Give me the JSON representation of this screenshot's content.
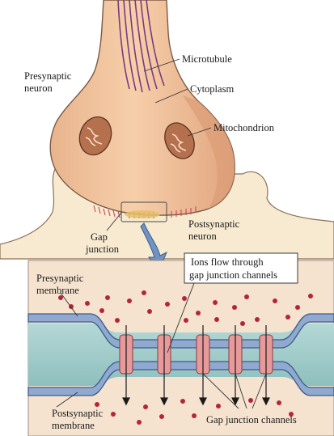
{
  "labels": {
    "microtubule": "Microtubule",
    "cytoplasm": "Cytoplasm",
    "mitochondrion": "Mitochondrion",
    "presynaptic_neuron_line1": "Presynaptic",
    "presynaptic_neuron_line2": "neuron",
    "postsynaptic_neuron_line1": "Postsynaptic",
    "postsynaptic_neuron_line2": "neuron",
    "gap_junction_line1": "Gap",
    "gap_junction_line2": "junction",
    "presynaptic_membrane_line1": "Presynaptic",
    "presynaptic_membrane_line2": "membrane",
    "postsynaptic_membrane_line1": "Postsynaptic",
    "postsynaptic_membrane_line2": "membrane",
    "ions_flow_line1": "Ions flow through",
    "ions_flow_line2": "gap junction channels",
    "gap_junction_channels": "Gap junction channels"
  },
  "colors": {
    "neuron_fill": "#f2c7a0",
    "neuron_shadow": "#e4a883",
    "neuron_outline": "#7a5a45",
    "postsynaptic_fill": "#f6e6c8",
    "detail_bg": "#f6e3cf",
    "membrane_stroke": "#3d5b8c",
    "membrane_fill": "#8fa9cf",
    "cleft_fill": "#9dc8c6",
    "channel_fill": "#e89a9a",
    "ion_color": "#b3263a",
    "microtubule": "#7a3a7e",
    "mitochondria_fill": "#b5704e",
    "arrow_fill": "#6f93c2"
  }
}
